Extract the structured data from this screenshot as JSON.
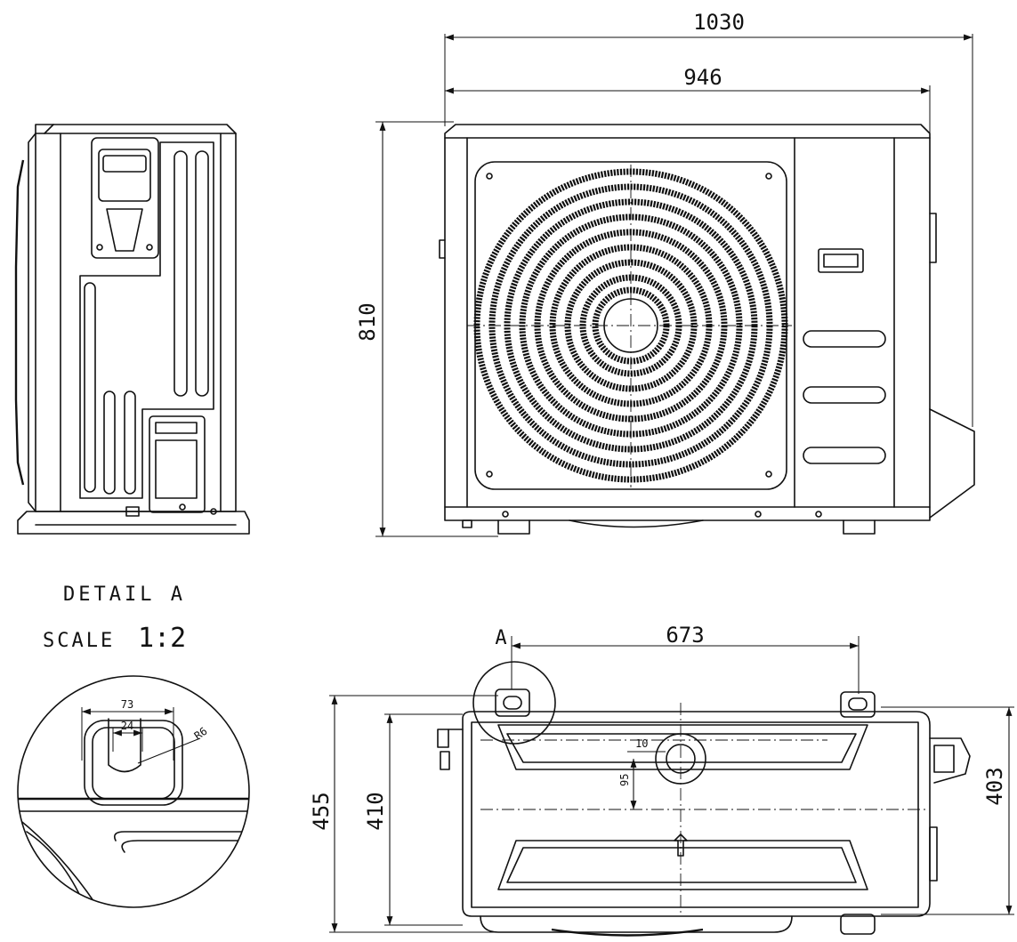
{
  "dimensions": {
    "overall_width": "1030",
    "body_width": "946",
    "height": "810",
    "mount_spacing": "673",
    "overall_depth": "455",
    "body_depth": "410",
    "mount_depth": "403"
  },
  "detail": {
    "title": "DETAIL A",
    "scale_label": "SCALE",
    "scale_value": "1:2",
    "slot_outer": "73",
    "slot_inner": "24",
    "slot_radius": "R6",
    "callout": "A"
  },
  "bottom_view": {
    "drain_offset_x": "10",
    "drain_offset_y": "95"
  }
}
